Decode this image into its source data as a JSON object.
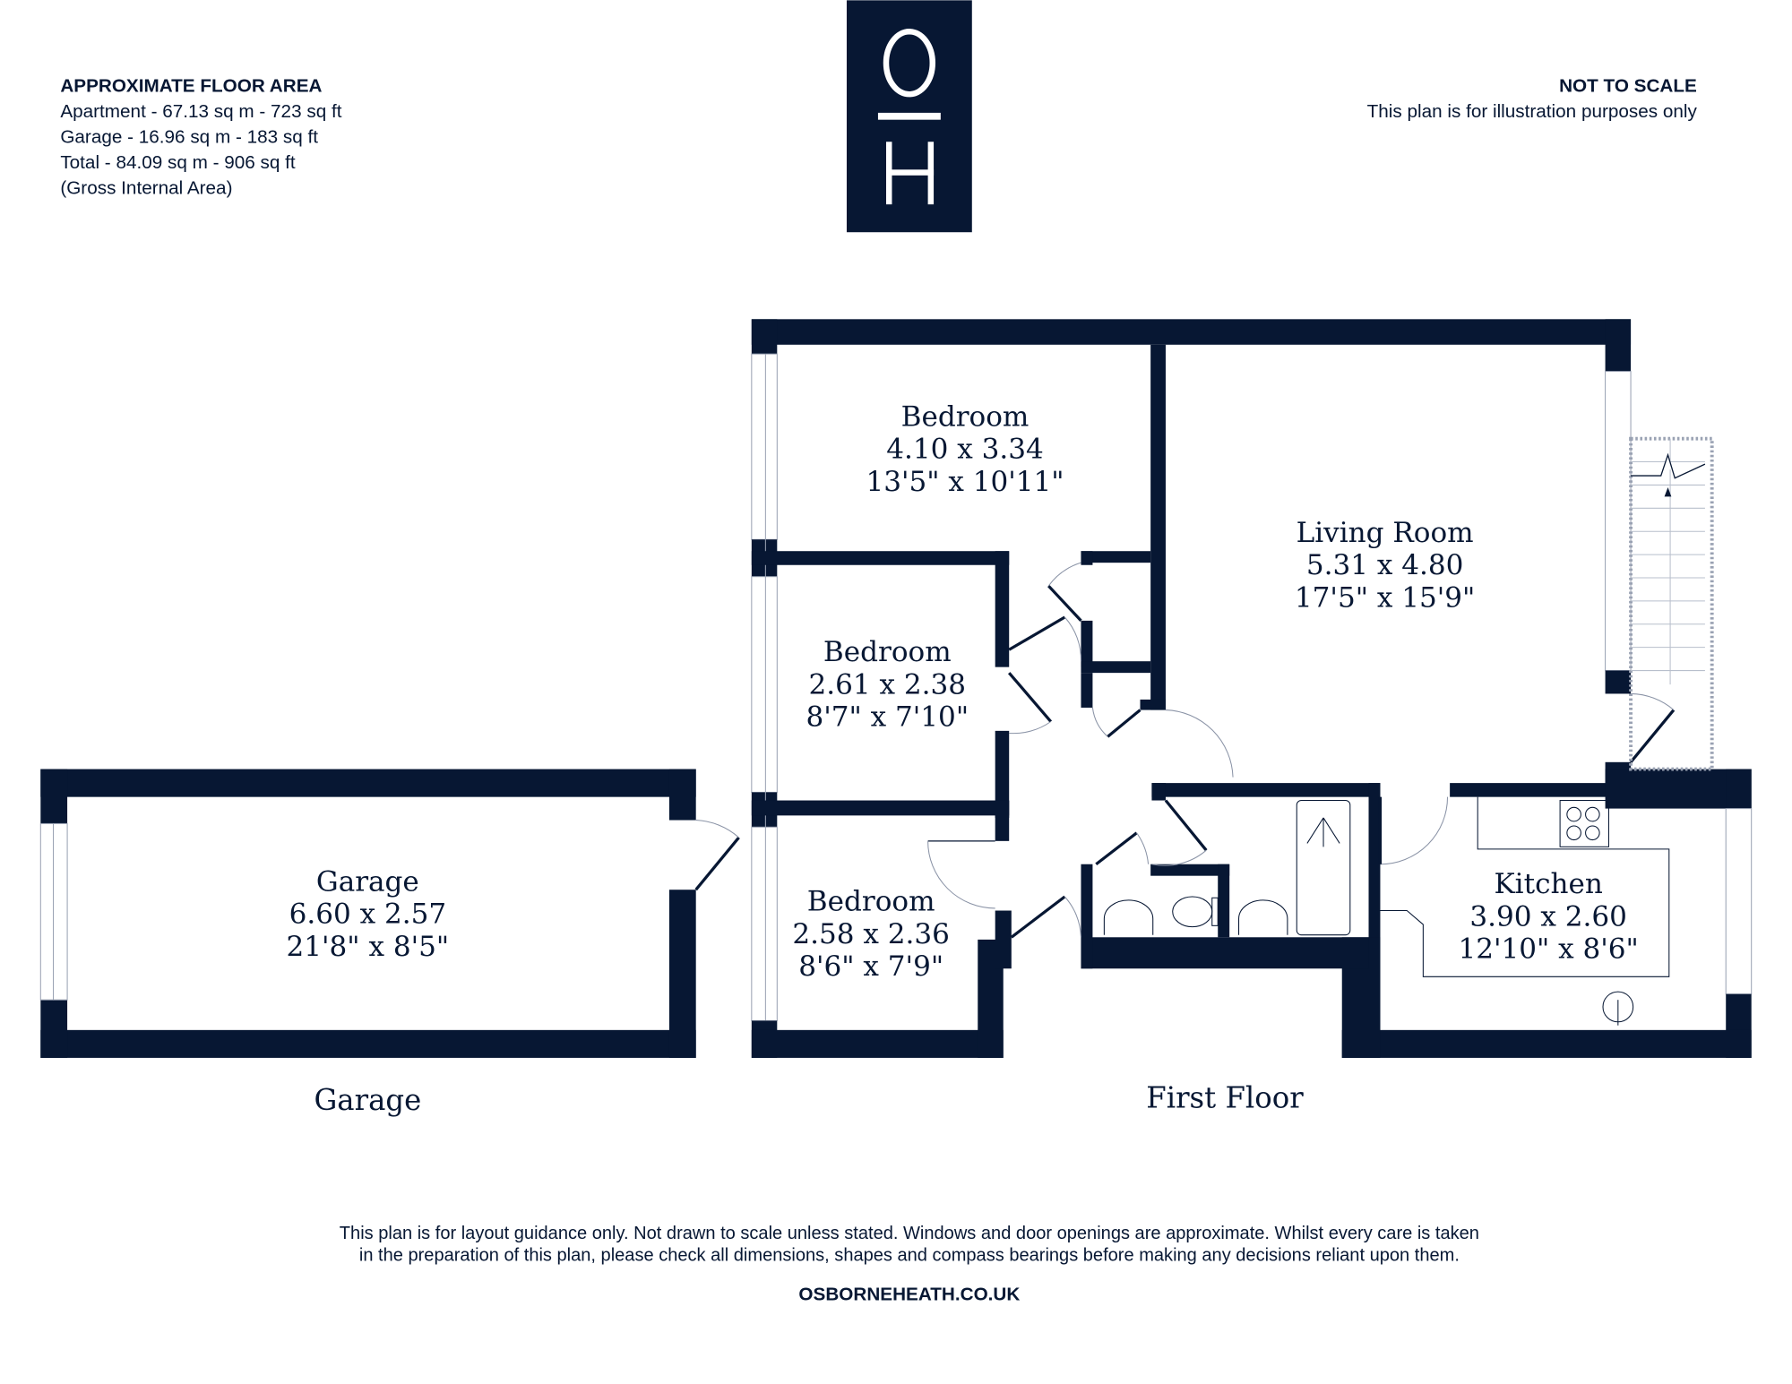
{
  "header": {
    "area_title": "APPROXIMATE FLOOR AREA",
    "area_lines": [
      "Apartment - 67.13 sq m - 723 sq ft",
      "Garage - 16.96 sq m - 183 sq ft",
      "Total - 84.09 sq m - 906 sq ft",
      "(Gross Internal Area)"
    ],
    "scale_title": "NOT TO SCALE",
    "scale_note": "This plan is for illustration purposes only",
    "logo_text": "O H"
  },
  "rooms": {
    "bedroom1": {
      "name": "Bedroom",
      "metric": "4.10 x 3.34",
      "imperial": "13'5\" x 10'11\""
    },
    "bedroom2": {
      "name": "Bedroom",
      "metric": "2.61 x 2.38",
      "imperial": "8'7\" x 7'10\""
    },
    "bedroom3": {
      "name": "Bedroom",
      "metric": "2.58 x 2.36",
      "imperial": "8'6\" x 7'9\""
    },
    "living": {
      "name": "Living Room",
      "metric": "5.31 x 4.80",
      "imperial": "17'5\" x 15'9\""
    },
    "kitchen": {
      "name": "Kitchen",
      "metric": "3.90 x 2.60",
      "imperial": "12'10\" x 8'6\""
    },
    "garage": {
      "name": "Garage",
      "metric": "6.60 x 2.57",
      "imperial": "21'8\" x 8'5\""
    }
  },
  "floors": {
    "garage": "Garage",
    "first": "First Floor"
  },
  "footer": {
    "disclaimer_1": "This plan is for layout guidance only. Not drawn to scale unless stated. Windows and door openings are approximate. Whilst every care is taken",
    "disclaimer_2": "in the preparation of this plan, please check all dimensions, shapes and compass bearings before making any decisions reliant upon them.",
    "website": "OSBORNEHEATH.CO.UK"
  },
  "colors": {
    "wall": "#071733"
  }
}
